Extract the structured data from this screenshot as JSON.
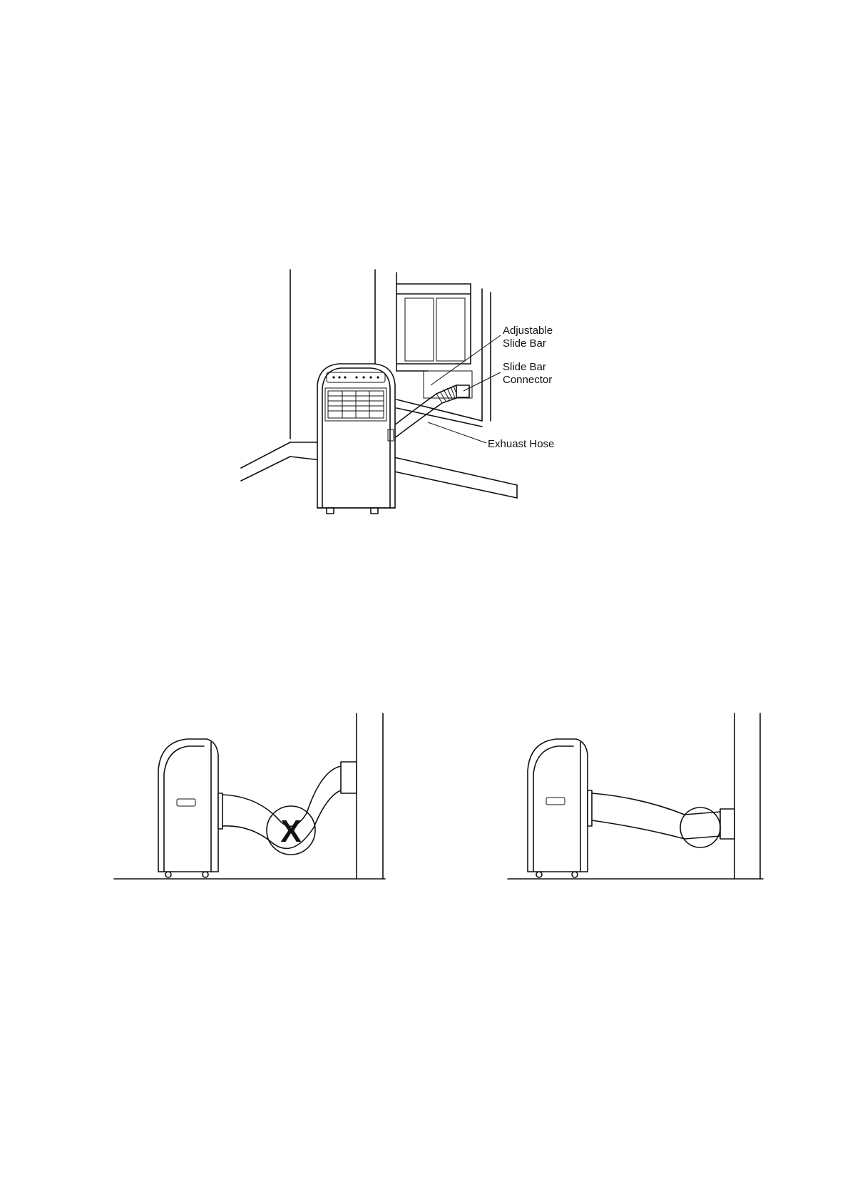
{
  "labels": {
    "adjustable_slide_bar": [
      "Adjustable",
      "Slide  Bar"
    ],
    "slide_bar_connector": [
      "Slide  Bar",
      "Connector"
    ],
    "exhaust_hose": "Exhuast  Hose"
  },
  "figures": {
    "incorrect_mark": "X"
  }
}
